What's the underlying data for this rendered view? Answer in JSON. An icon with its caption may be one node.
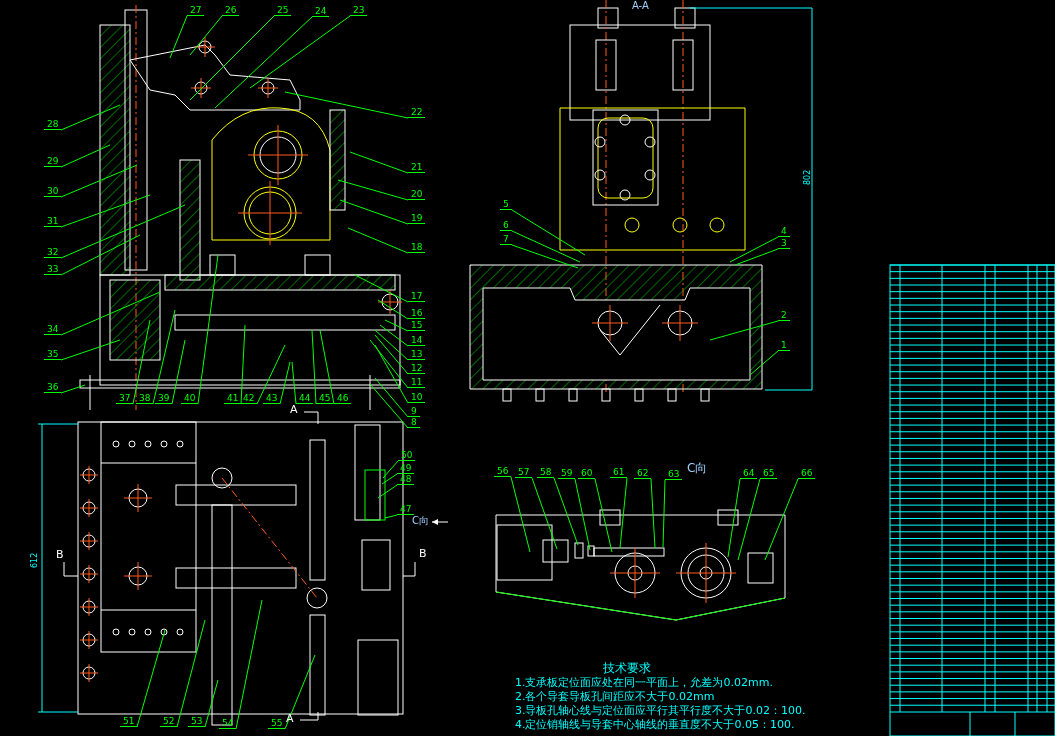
{
  "diagram": {
    "nodes": [
      {
        "text": [
          "1"
        ]
      },
      {
        "text": [
          "2"
        ]
      },
      {
        "text": [
          "3"
        ]
      },
      {
        "text": [
          "4"
        ]
      },
      {
        "text": [
          "5"
        ]
      },
      {
        "text": [
          "6"
        ]
      },
      {
        "text": [
          "7"
        ]
      },
      {
        "text": [
          "8"
        ]
      },
      {
        "text": [
          "9"
        ]
      },
      {
        "text": [
          "10"
        ]
      },
      {
        "text": [
          "11"
        ]
      },
      {
        "text": [
          "12"
        ]
      },
      {
        "text": [
          "13"
        ]
      },
      {
        "text": [
          "14"
        ]
      },
      {
        "text": [
          "15"
        ]
      },
      {
        "text": [
          "16"
        ]
      },
      {
        "text": [
          "17"
        ]
      },
      {
        "text": [
          "18"
        ]
      },
      {
        "text": [
          "19"
        ]
      },
      {
        "text": [
          "20"
        ]
      },
      {
        "text": [
          "21"
        ]
      },
      {
        "text": [
          "22"
        ]
      },
      {
        "text": [
          "23"
        ]
      },
      {
        "text": [
          "24"
        ]
      },
      {
        "text": [
          "25"
        ]
      },
      {
        "text": [
          "26"
        ]
      },
      {
        "text": [
          "27"
        ]
      },
      {
        "text": [
          "28"
        ]
      },
      {
        "text": [
          "29"
        ]
      },
      {
        "text": [
          "30"
        ]
      },
      {
        "text": [
          "31"
        ]
      },
      {
        "text": [
          "32"
        ]
      },
      {
        "text": [
          "33"
        ]
      },
      {
        "text": [
          "34"
        ]
      },
      {
        "text": [
          "35"
        ]
      },
      {
        "text": [
          "36"
        ]
      },
      {
        "text": [
          "37"
        ]
      },
      {
        "text": [
          "38"
        ]
      },
      {
        "text": [
          "39"
        ]
      },
      {
        "text": [
          "40"
        ]
      },
      {
        "text": [
          "41"
        ]
      },
      {
        "text": [
          "42"
        ]
      },
      {
        "text": [
          "43"
        ]
      },
      {
        "text": [
          "44"
        ]
      },
      {
        "text": [
          "45"
        ]
      },
      {
        "text": [
          "46"
        ]
      },
      {
        "text": [
          "47"
        ]
      },
      {
        "text": [
          "48"
        ]
      },
      {
        "text": [
          "49"
        ]
      },
      {
        "text": [
          "50"
        ]
      },
      {
        "text": [
          "51"
        ]
      },
      {
        "text": [
          "52"
        ]
      },
      {
        "text": [
          "53"
        ]
      },
      {
        "text": [
          "54"
        ]
      },
      {
        "text": [
          "55"
        ]
      },
      {
        "text": [
          "56"
        ]
      },
      {
        "text": [
          "57"
        ]
      },
      {
        "text": [
          "58"
        ]
      },
      {
        "text": [
          "59"
        ]
      },
      {
        "text": [
          "60"
        ]
      },
      {
        "text": [
          "61"
        ]
      },
      {
        "text": [
          "62"
        ]
      },
      {
        "text": [
          "63"
        ]
      },
      {
        "text": [
          "64"
        ]
      },
      {
        "text": [
          "65"
        ]
      },
      {
        "text": [
          "66"
        ]
      }
    ],
    "edges": [
      {
        "from": 0,
        "to": null,
        "arrow": "none"
      },
      {
        "from": 1,
        "to": null,
        "arrow": "none"
      },
      {
        "from": 2,
        "to": null,
        "arrow": "none"
      },
      {
        "from": 3,
        "to": null,
        "arrow": "none"
      },
      {
        "from": 4,
        "to": null,
        "arrow": "none"
      },
      {
        "from": 5,
        "to": null,
        "arrow": "none"
      },
      {
        "from": 6,
        "to": null,
        "arrow": "none"
      },
      {
        "from": 7,
        "to": null,
        "arrow": "none"
      },
      {
        "from": 8,
        "to": null,
        "arrow": "none"
      },
      {
        "from": 9,
        "to": null,
        "arrow": "none"
      },
      {
        "from": 10,
        "to": null,
        "arrow": "none"
      },
      {
        "from": 11,
        "to": null,
        "arrow": "none"
      },
      {
        "from": 12,
        "to": null,
        "arrow": "none"
      },
      {
        "from": 13,
        "to": null,
        "arrow": "none"
      },
      {
        "from": 14,
        "to": null,
        "arrow": "none"
      },
      {
        "from": 15,
        "to": null,
        "arrow": "none"
      },
      {
        "from": 16,
        "to": null,
        "arrow": "none"
      },
      {
        "from": 17,
        "to": null,
        "arrow": "none"
      },
      {
        "from": 18,
        "to": null,
        "arrow": "none"
      },
      {
        "from": 19,
        "to": null,
        "arrow": "none"
      },
      {
        "from": 20,
        "to": null,
        "arrow": "none"
      },
      {
        "from": 21,
        "to": null,
        "arrow": "none"
      },
      {
        "from": 22,
        "to": null,
        "arrow": "none"
      },
      {
        "from": 23,
        "to": null,
        "arrow": "none"
      },
      {
        "from": 24,
        "to": null,
        "arrow": "none"
      },
      {
        "from": 25,
        "to": null,
        "arrow": "none"
      },
      {
        "from": 26,
        "to": null,
        "arrow": "none"
      },
      {
        "from": 27,
        "to": null,
        "arrow": "none"
      },
      {
        "from": 28,
        "to": null,
        "arrow": "none"
      },
      {
        "from": 29,
        "to": null,
        "arrow": "none"
      },
      {
        "from": 30,
        "to": null,
        "arrow": "none"
      },
      {
        "from": 31,
        "to": null,
        "arrow": "none"
      },
      {
        "from": 32,
        "to": null,
        "arrow": "none"
      },
      {
        "from": 33,
        "to": null,
        "arrow": "none"
      },
      {
        "from": 34,
        "to": null,
        "arrow": "none"
      },
      {
        "from": 35,
        "to": null,
        "arrow": "none"
      },
      {
        "from": 36,
        "to": null,
        "arrow": "none"
      },
      {
        "from": 37,
        "to": null,
        "arrow": "none"
      },
      {
        "from": 38,
        "to": null,
        "arrow": "none"
      },
      {
        "from": 39,
        "to": null,
        "arrow": "none"
      },
      {
        "from": 40,
        "to": null,
        "arrow": "none"
      },
      {
        "from": 41,
        "to": null,
        "arrow": "none"
      },
      {
        "from": 42,
        "to": null,
        "arrow": "none"
      },
      {
        "from": 43,
        "to": null,
        "arrow": "none"
      },
      {
        "from": 44,
        "to": null,
        "arrow": "none"
      },
      {
        "from": 45,
        "to": null,
        "arrow": "none"
      },
      {
        "from": 46,
        "to": null,
        "arrow": "none"
      },
      {
        "from": 47,
        "to": null,
        "arrow": "none"
      },
      {
        "from": 48,
        "to": null,
        "arrow": "none"
      },
      {
        "from": 49,
        "to": null,
        "arrow": "none"
      },
      {
        "from": 50,
        "to": null,
        "arrow": "none"
      },
      {
        "from": 51,
        "to": null,
        "arrow": "none"
      },
      {
        "from": 52,
        "to": null,
        "arrow": "none"
      },
      {
        "from": 53,
        "to": null,
        "arrow": "none"
      },
      {
        "from": 54,
        "to": null,
        "arrow": "none"
      },
      {
        "from": 55,
        "to": null,
        "arrow": "none"
      },
      {
        "from": 56,
        "to": null,
        "arrow": "none"
      },
      {
        "from": 57,
        "to": null,
        "arrow": "none"
      },
      {
        "from": 58,
        "to": null,
        "arrow": "none"
      },
      {
        "from": 59,
        "to": null,
        "arrow": "none"
      },
      {
        "from": 60,
        "to": null,
        "arrow": "none"
      },
      {
        "from": 61,
        "to": null,
        "arrow": "none"
      },
      {
        "from": 62,
        "to": null,
        "arrow": "none"
      },
      {
        "from": 63,
        "to": null,
        "arrow": "none"
      },
      {
        "from": 64,
        "to": null,
        "arrow": "none"
      },
      {
        "from": 65,
        "to": null,
        "arrow": "none"
      }
    ],
    "labels": [
      "A-A",
      "802",
      "A",
      "B",
      "C向",
      "B",
      "C向",
      "612",
      "技术要求",
      "1.支承板定位面应处在同一平面上，允差为0.02mm.",
      "2.各个导套导板孔间距应不大于0.02mm",
      "3.导板孔轴心线与定位面应平行其平行度不大于0.02：100.",
      "4.定位销轴线与导套中心轴线的垂直度不大于0.05：100.",
      "A"
    ]
  }
}
